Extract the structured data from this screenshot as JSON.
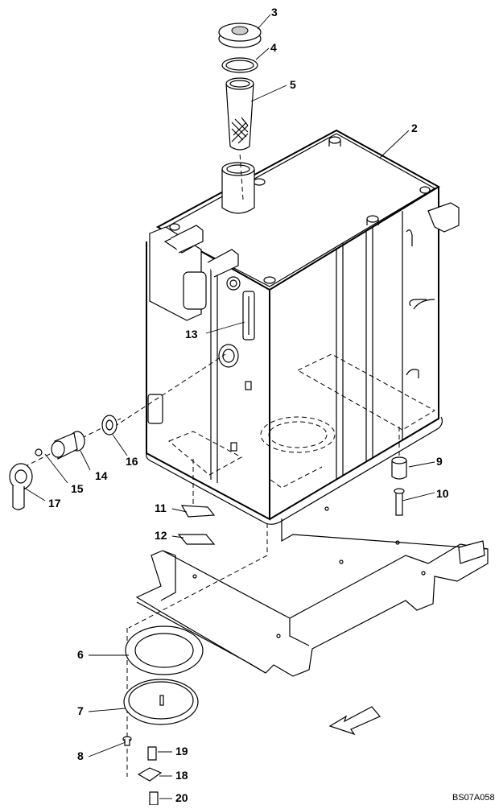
{
  "drawing_ref": "BS07A058",
  "callouts": [
    {
      "id": "c3",
      "text": "3"
    },
    {
      "id": "c4",
      "text": "4"
    },
    {
      "id": "c5",
      "text": "5"
    },
    {
      "id": "c2",
      "text": "2"
    },
    {
      "id": "c13",
      "text": "13"
    },
    {
      "id": "c16",
      "text": "16"
    },
    {
      "id": "c14",
      "text": "14"
    },
    {
      "id": "c15",
      "text": "15"
    },
    {
      "id": "c17",
      "text": "17"
    },
    {
      "id": "c9",
      "text": "9"
    },
    {
      "id": "c10",
      "text": "10"
    },
    {
      "id": "c11",
      "text": "11"
    },
    {
      "id": "c12",
      "text": "12"
    },
    {
      "id": "c6",
      "text": "6"
    },
    {
      "id": "c7",
      "text": "7"
    },
    {
      "id": "c8",
      "text": "8"
    },
    {
      "id": "c19",
      "text": "19"
    },
    {
      "id": "c18",
      "text": "18"
    },
    {
      "id": "c20",
      "text": "20"
    }
  ]
}
